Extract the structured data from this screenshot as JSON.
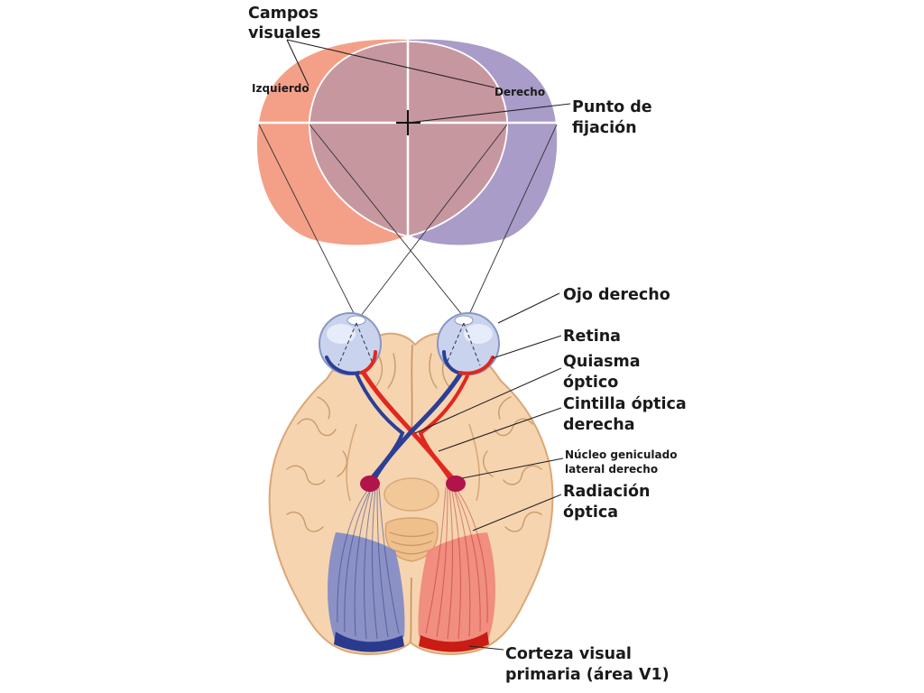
{
  "colors": {
    "left_field": "#f4a088",
    "right_field": "#a99cc8",
    "overlap": "#c7979f",
    "brain": "#f6d4b0",
    "brain_outline": "#d9a877",
    "blue_pathway": "#2b3f96",
    "red_pathway": "#e0281f",
    "nucleus": "#b0144a",
    "eye_fill": "#c9d3ee"
  },
  "labels": {
    "campos_line1": "Campos",
    "campos_line2": "visuales",
    "izquierdo": "Izquierdo",
    "derecho": "Derecho",
    "punto_line1": "Punto de",
    "punto_line2": "fijación",
    "ojo_derecho": "Ojo derecho",
    "retina": "Retina",
    "quiasma_line1": "Quiasma",
    "quiasma_line2": "óptico",
    "cintilla_line1": "Cintilla óptica",
    "cintilla_line2": "derecha",
    "nucleo_line1": "Núcleo geniculado",
    "nucleo_line2": "lateral derecho",
    "radiacion_line1": "Radiación",
    "radiacion_line2": "óptica",
    "corteza_line1": "Corteza visual",
    "corteza_line2": "primaria (área V1)"
  }
}
